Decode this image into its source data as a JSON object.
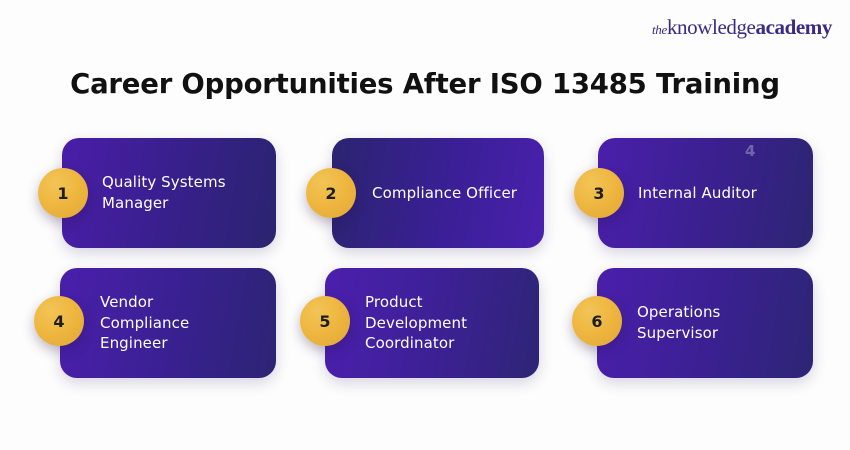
{
  "brand": {
    "logo_the": "the",
    "logo_knowledge": "knowledge",
    "logo_academy": "academy",
    "logo_color": "#3a2a84"
  },
  "header": {
    "title": "Career Opportunities After ISO 13485 Training",
    "title_color": "#111111"
  },
  "theme": {
    "background": "#fdfdfd",
    "badge_color": "#eeb63f",
    "badge_text_color": "#1d1d1d",
    "card_gradient_start": "#4a1fab",
    "card_gradient_end": "#2c2474",
    "card_text_color": "#ffffff"
  },
  "cards": [
    {
      "number": "1",
      "label": "Quality Systems\nManager"
    },
    {
      "number": "2",
      "label": "Compliance Officer"
    },
    {
      "number": "3",
      "label": "Internal Auditor"
    },
    {
      "number": "4",
      "label": "Vendor\nCompliance\nEngineer"
    },
    {
      "number": "5",
      "label": "Product\nDevelopment\nCoordinator"
    },
    {
      "number": "6",
      "label": "Operations\nSupervisor"
    }
  ],
  "artifacts": {
    "watermark_a": "4",
    "watermark_b": "4"
  }
}
